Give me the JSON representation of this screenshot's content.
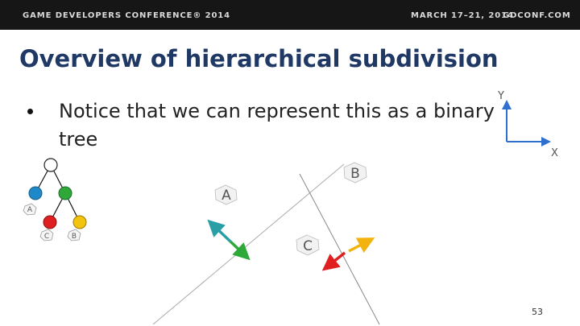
{
  "header": {
    "conference": "GAME DEVELOPERS CONFERENCE® 2014",
    "dates": "MARCH 17–21, 2014",
    "website": "GDCONF.COM"
  },
  "slide": {
    "title": "Overview of hierarchical subdivision",
    "bullet": "Notice that we can represent this as a binary tree",
    "page_number": "53"
  },
  "tree": {
    "leaf_labels": {
      "left_leaf": "A",
      "red_leaf": "C",
      "yellow_leaf": "B"
    },
    "colors": {
      "root": "#ffffff",
      "left": "#1e88c8",
      "right": "#2fa83a",
      "red": "#e02020",
      "yellow": "#f2c30f"
    }
  },
  "axes": {
    "y_label": "Y",
    "x_label": "X",
    "color": "#2f6fcf"
  },
  "regions": {
    "a": "A",
    "b": "B",
    "c": "C"
  },
  "arrow_colors": {
    "teal": "#2a9fa5",
    "green": "#2fa83a",
    "yellow": "#f2b30f",
    "red": "#e02020"
  }
}
